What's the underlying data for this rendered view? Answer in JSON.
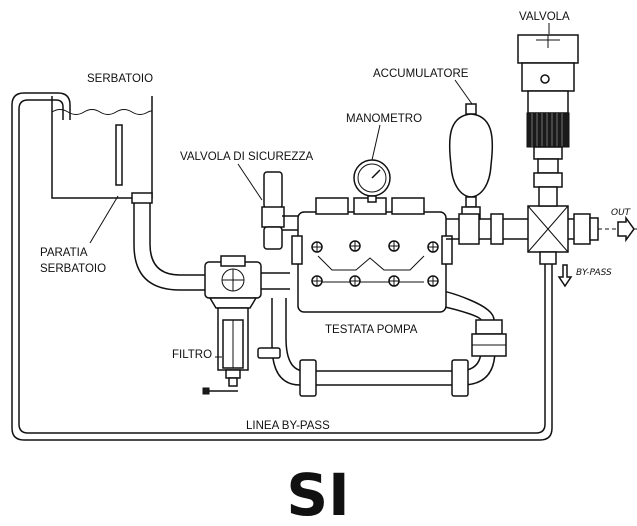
{
  "labels": {
    "valvola": "VALVOLA",
    "accumulatore": "ACCUMULATORE",
    "serbatoio": "SERBATOIO",
    "manometro": "MANOMETRO",
    "valvola_sicurezza": "VALVOLA DI SICUREZZA",
    "paratia_line1": "PARATIA",
    "paratia_line2": "SERBATOIO",
    "filtro": "FILTRO",
    "testata_pompa": "TESTATA POMPA",
    "linea_bypass": "LINEA BY-PASS",
    "out": "OUT",
    "by_pass": "BY-PASS"
  },
  "verdict": "SI"
}
